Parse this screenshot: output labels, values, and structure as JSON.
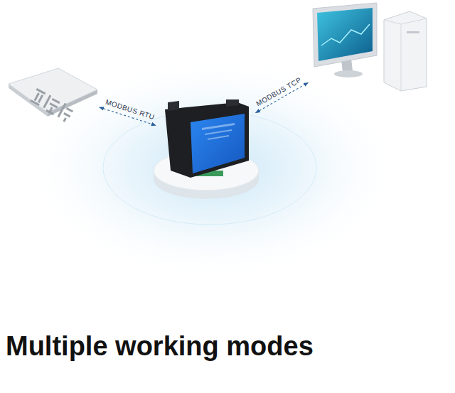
{
  "diagram": {
    "title": "Multiple working modes",
    "nodes": [
      {
        "text": []
      },
      {
        "text": []
      },
      {
        "text": []
      }
    ],
    "edges": [
      {
        "from": 0,
        "to": 1,
        "label": "MODBUS RTU",
        "arrow": "both"
      },
      {
        "from": 1,
        "to": 2,
        "label": "MODBUS TCP",
        "arrow": "both"
      }
    ]
  }
}
